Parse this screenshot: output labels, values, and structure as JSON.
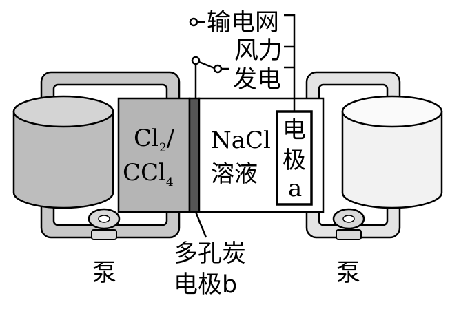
{
  "labels": {
    "grid": "输电网",
    "wind_line1": "风力",
    "wind_line2": "发电",
    "left_compartment": {
      "line1_main": "Cl",
      "line1_sub": "2",
      "line1_tail": "/",
      "line2_main": "CCl",
      "line2_sub": "4"
    },
    "middle_compartment": {
      "line1": "NaCl",
      "line2": "溶液"
    },
    "electrode_a": {
      "line1": "电",
      "line2": "极",
      "line3": "a"
    },
    "electrode_b": {
      "line1": "多孔炭",
      "line2": "电极b"
    },
    "pump_left": "泵",
    "pump_right": "泵"
  },
  "colors": {
    "left_tank_fill": "#bdbdbd",
    "right_tank_fill": "#f2f2f2",
    "left_compartment_fill": "#b5b5b5",
    "membrane_fill": "#555555",
    "pipe_left_fill": "#c8c8c8",
    "pipe_right_fill": "#e4e4e4",
    "pump_fill": "#d9d9d9",
    "line": "#000000"
  }
}
